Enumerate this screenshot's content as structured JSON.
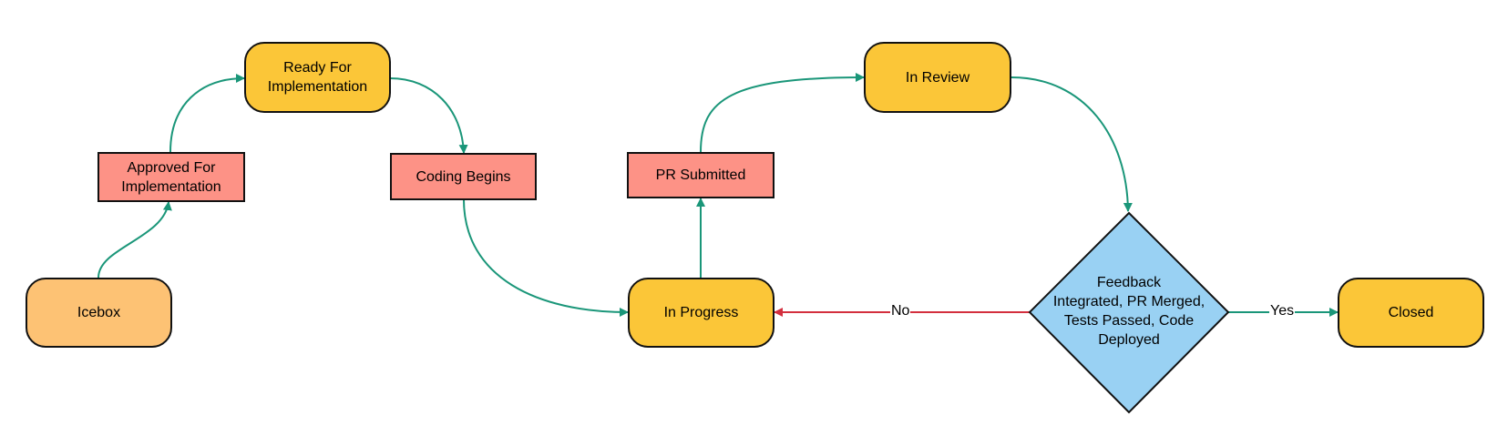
{
  "colors": {
    "state_fill": "#fbc638",
    "start_fill": "#fdc274",
    "action_fill": "#fd9286",
    "decision_fill": "#99d1f3",
    "flow_arrow": "#1a9679",
    "reject_arrow": "#d32f3e",
    "border": "#111111"
  },
  "nodes": {
    "icebox": "Icebox",
    "approved": "Approved For\nImplementation",
    "ready": "Ready For\nImplementation",
    "coding": "Coding Begins",
    "in_progress": "In Progress",
    "pr_submitted": "PR Submitted",
    "in_review": "In Review",
    "decision": "Feedback\nIntegrated, PR Merged,\nTests Passed, Code\nDeployed",
    "closed": "Closed"
  },
  "edge_labels": {
    "no": "No",
    "yes": "Yes"
  }
}
